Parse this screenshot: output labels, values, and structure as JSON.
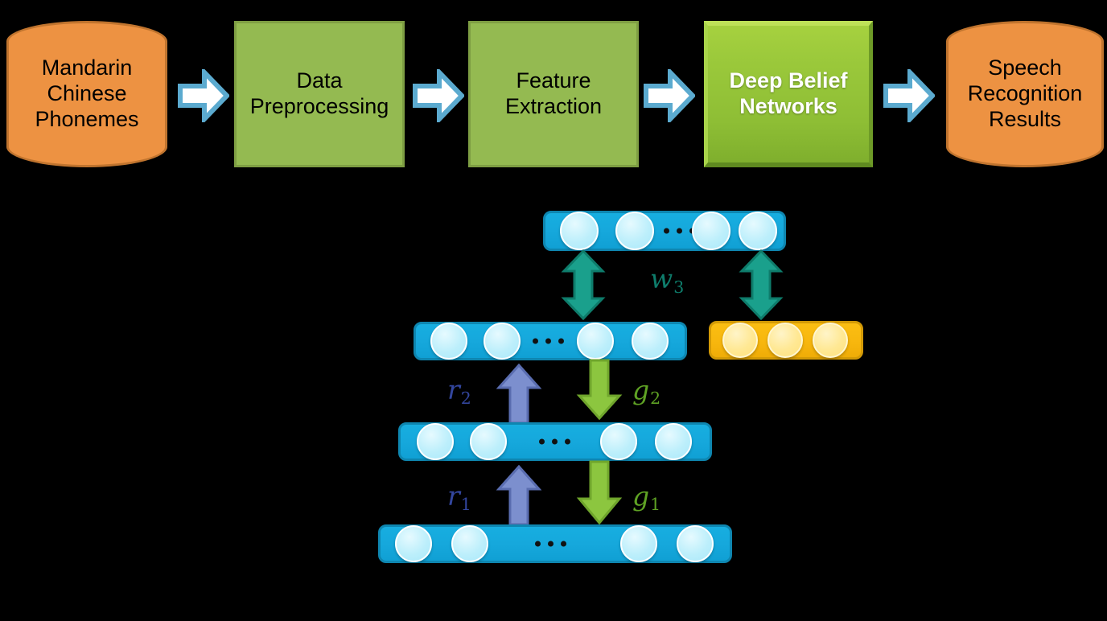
{
  "pipeline": {
    "nodes": [
      {
        "label": "Mandarin\nChinese\nPhonemes",
        "shape": "terminator",
        "color": "#ED9242"
      },
      {
        "label": "Data\nPreprocessing",
        "shape": "process",
        "color": "#94BA51"
      },
      {
        "label": "Feature\nExtraction",
        "shape": "process",
        "color": "#94BA51"
      },
      {
        "label": "Deep Belief\nNetworks",
        "shape": "process-bevel",
        "color": "#9BC93B"
      },
      {
        "label": "Speech\nRecognition\nResults",
        "shape": "terminator",
        "color": "#ED9242"
      }
    ],
    "connector_icon": "chevron-right-arrow-icon",
    "connector_color": "#5BAACF"
  },
  "dbn": {
    "title_ref": "Deep Belief Networks",
    "layers": [
      {
        "id": "layer-top",
        "role": "top-hidden-layer",
        "units": 4,
        "unit_color": "#BDEFFB",
        "bar_color": "#16A8DC",
        "ellipsis": true
      },
      {
        "id": "layer-label",
        "role": "label-units-layer",
        "units": 3,
        "unit_color": "#FFE893",
        "bar_color": "#F7B60D",
        "ellipsis": false
      },
      {
        "id": "layer-h2",
        "role": "hidden-layer-2",
        "units": 4,
        "unit_color": "#BDEFFB",
        "bar_color": "#16A8DC",
        "ellipsis": true
      },
      {
        "id": "layer-h1",
        "role": "hidden-layer-1",
        "units": 4,
        "unit_color": "#BDEFFB",
        "bar_color": "#16A8DC",
        "ellipsis": true
      },
      {
        "id": "layer-visible",
        "role": "visible-input-layer",
        "units": 4,
        "unit_color": "#BDEFFB",
        "bar_color": "#16A8DC",
        "ellipsis": true
      }
    ],
    "connections": [
      {
        "name": "w3-left",
        "icon": "double-headed-vertical-arrow-icon",
        "color": "#1AA08C",
        "label": ""
      },
      {
        "name": "w3-right",
        "icon": "double-headed-vertical-arrow-icon",
        "color": "#1AA08C",
        "label": ""
      },
      {
        "name": "r2",
        "icon": "up-arrow-icon",
        "color": "#7C8FCE",
        "label_base": "r",
        "label_sub": "2",
        "label_color": "#33469E"
      },
      {
        "name": "g2",
        "icon": "down-arrow-icon",
        "color": "#8CC63F",
        "label_base": "g",
        "label_sub": "2",
        "label_color": "#5FA224"
      },
      {
        "name": "r1",
        "icon": "up-arrow-icon",
        "color": "#7C8FCE",
        "label_base": "r",
        "label_sub": "1",
        "label_color": "#33469E"
      },
      {
        "name": "g1",
        "icon": "down-arrow-icon",
        "color": "#8CC63F",
        "label_base": "g",
        "label_sub": "1",
        "label_color": "#5FA224"
      }
    ],
    "labels": {
      "w3_base": "w",
      "w3_sub": "3",
      "r2_base": "r",
      "r2_sub": "2",
      "g2_base": "g",
      "g2_sub": "2",
      "r1_base": "r",
      "r1_sub": "1",
      "g1_base": "g",
      "g1_sub": "1"
    }
  }
}
